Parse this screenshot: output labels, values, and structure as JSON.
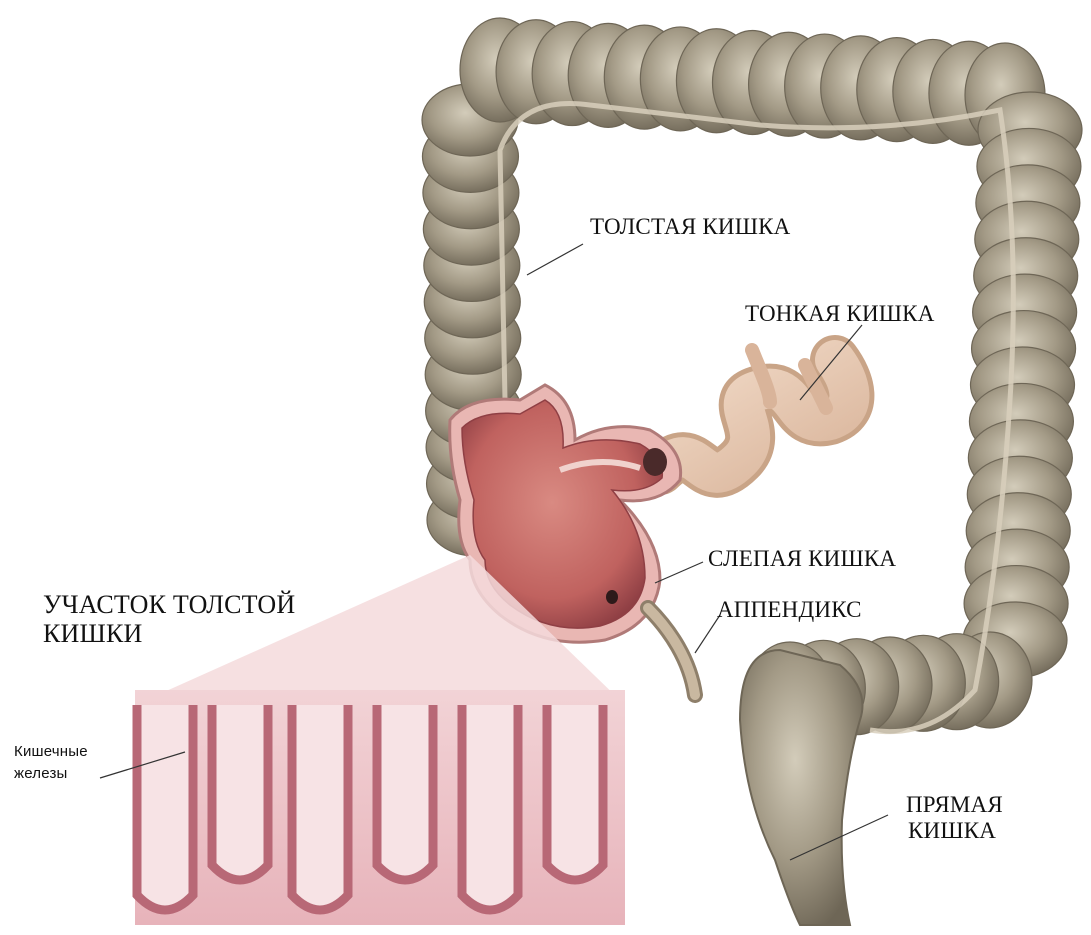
{
  "diagram": {
    "labels": {
      "large_intestine": "ТОЛСТАЯ КИШКА",
      "small_intestine": "ТОНКАЯ КИШКА",
      "cecum": "СЛЕПАЯ КИШКА",
      "appendix": "АППЕНДИКС",
      "rectum_line1": "ПРЯМАЯ",
      "rectum_line2": "КИШКА",
      "section_line1": "УЧАСТОК ТОЛСТОЙ",
      "section_line2": "КИШКИ",
      "glands_line1": "Кишечные",
      "glands_line2": "железы"
    },
    "colors": {
      "colon_body": "#a39a86",
      "colon_shadow": "#6e6656",
      "colon_highlight": "#cfc8b6",
      "mucosa": "#c96e6e",
      "mucosa_dark": "#8f3f44",
      "small_intestine": "#e6c9b2",
      "tissue_bg": "#efc3c8",
      "tissue_wall": "#c77f8a"
    }
  }
}
